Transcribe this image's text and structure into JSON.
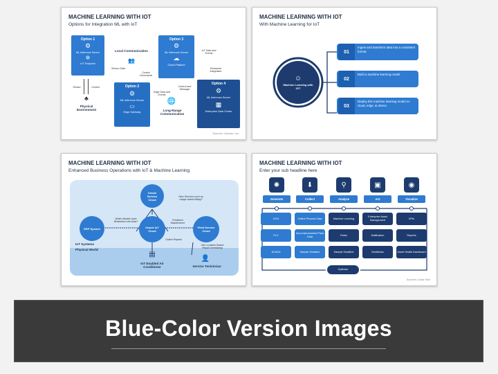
{
  "slide1": {
    "title": "MACHINE LEARNING WITH IOT",
    "subtitle": "Options for Integration ML with IoT",
    "option1": {
      "title": "Option 1",
      "line1": "ML Inference Server",
      "line2": "IoT Endpoint"
    },
    "option2": {
      "title": "Option 2",
      "line1": "ML Inference Server",
      "line2": "Edge Gateway"
    },
    "option3": {
      "title": "Option 3",
      "line1": "ML Inference Server",
      "line2": "Cloud Platform"
    },
    "option4": {
      "title": "Option 4",
      "line1": "ML Inference Server",
      "line2": "Enterprise Data Center"
    },
    "local_comm": "Local Communication",
    "longrange_comm": "Long-Range Communication",
    "physical_env": "Physical Environment",
    "sensor_data": "Sensor Data",
    "control_commands": "Control Commands",
    "sensor": "Sensor",
    "control": "Control",
    "iot_data_events": "IoT Data and Events",
    "enterprise_integration": "Enterprise Integration",
    "edge_data_events": "Edge Data and Events",
    "control_message": "Control and Message",
    "source": "Sources: Gartner, Inc."
  },
  "slide2": {
    "title": "MACHINE LEARNING WITH IOT",
    "subtitle": "With Machine Learning for IoT",
    "center": "Machine Learning with IOT",
    "steps": [
      {
        "num": "01",
        "text": "Ingest and transform data into a consistent format."
      },
      {
        "num": "02",
        "text": "Build a machine learning model."
      },
      {
        "num": "03",
        "text": "Deploy this machine learning model on cloud, edge, & device."
      }
    ]
  },
  "slide3": {
    "title": "MACHINE LEARNING WITH IOT",
    "subtitle": "Enhanced Business Operations with IoT & Machine Learning",
    "oracle_cloud": "Oracle Service Cloud",
    "oracle_iot": "Oracle IoT Cloud",
    "erp": "ERP System",
    "field_service": "Field Service Cloud",
    "q_models": "Which Models have Breakdown the least?",
    "q_new_services": "New Services such as usage-based billing?",
    "predictive": "Predictive Maintenance",
    "online_repairs": "Online Repairs",
    "geo": "Geo-Location Based Repair Scheduling",
    "iot_systems": "IoT Systems",
    "physical_world": "Physical World",
    "air_conditioner": "IoT Enabled Air Conditioner",
    "technician": "Service Technician"
  },
  "slide4": {
    "title": "MACHINE LEARNING WITH IOT",
    "subtitle": "Enter your sub headline here",
    "stages": [
      "Generate",
      "Collect",
      "Analyse",
      "Act",
      "Visualize"
    ],
    "grid": [
      [
        "DCS",
        "Online Process Data",
        "Machine Learning",
        "Enterprise Asset Management",
        "KPIs"
      ],
      [
        "PLC",
        "Non-Instrumented Plant Data",
        "Rules",
        "Notification",
        "Reports"
      ],
      [
        "SCADA",
        "Sample Headline",
        "Sample Headline",
        "Workflows",
        "Asset Health Dashboard"
      ]
    ],
    "optimize": "Optimize",
    "source": "Sources: Data Flair"
  },
  "banner": {
    "title": "Blue-Color Version Images"
  },
  "colors": {
    "accent": "#2e7bd1",
    "navy": "#1d3b6e",
    "banner": "#3a3a3a"
  }
}
